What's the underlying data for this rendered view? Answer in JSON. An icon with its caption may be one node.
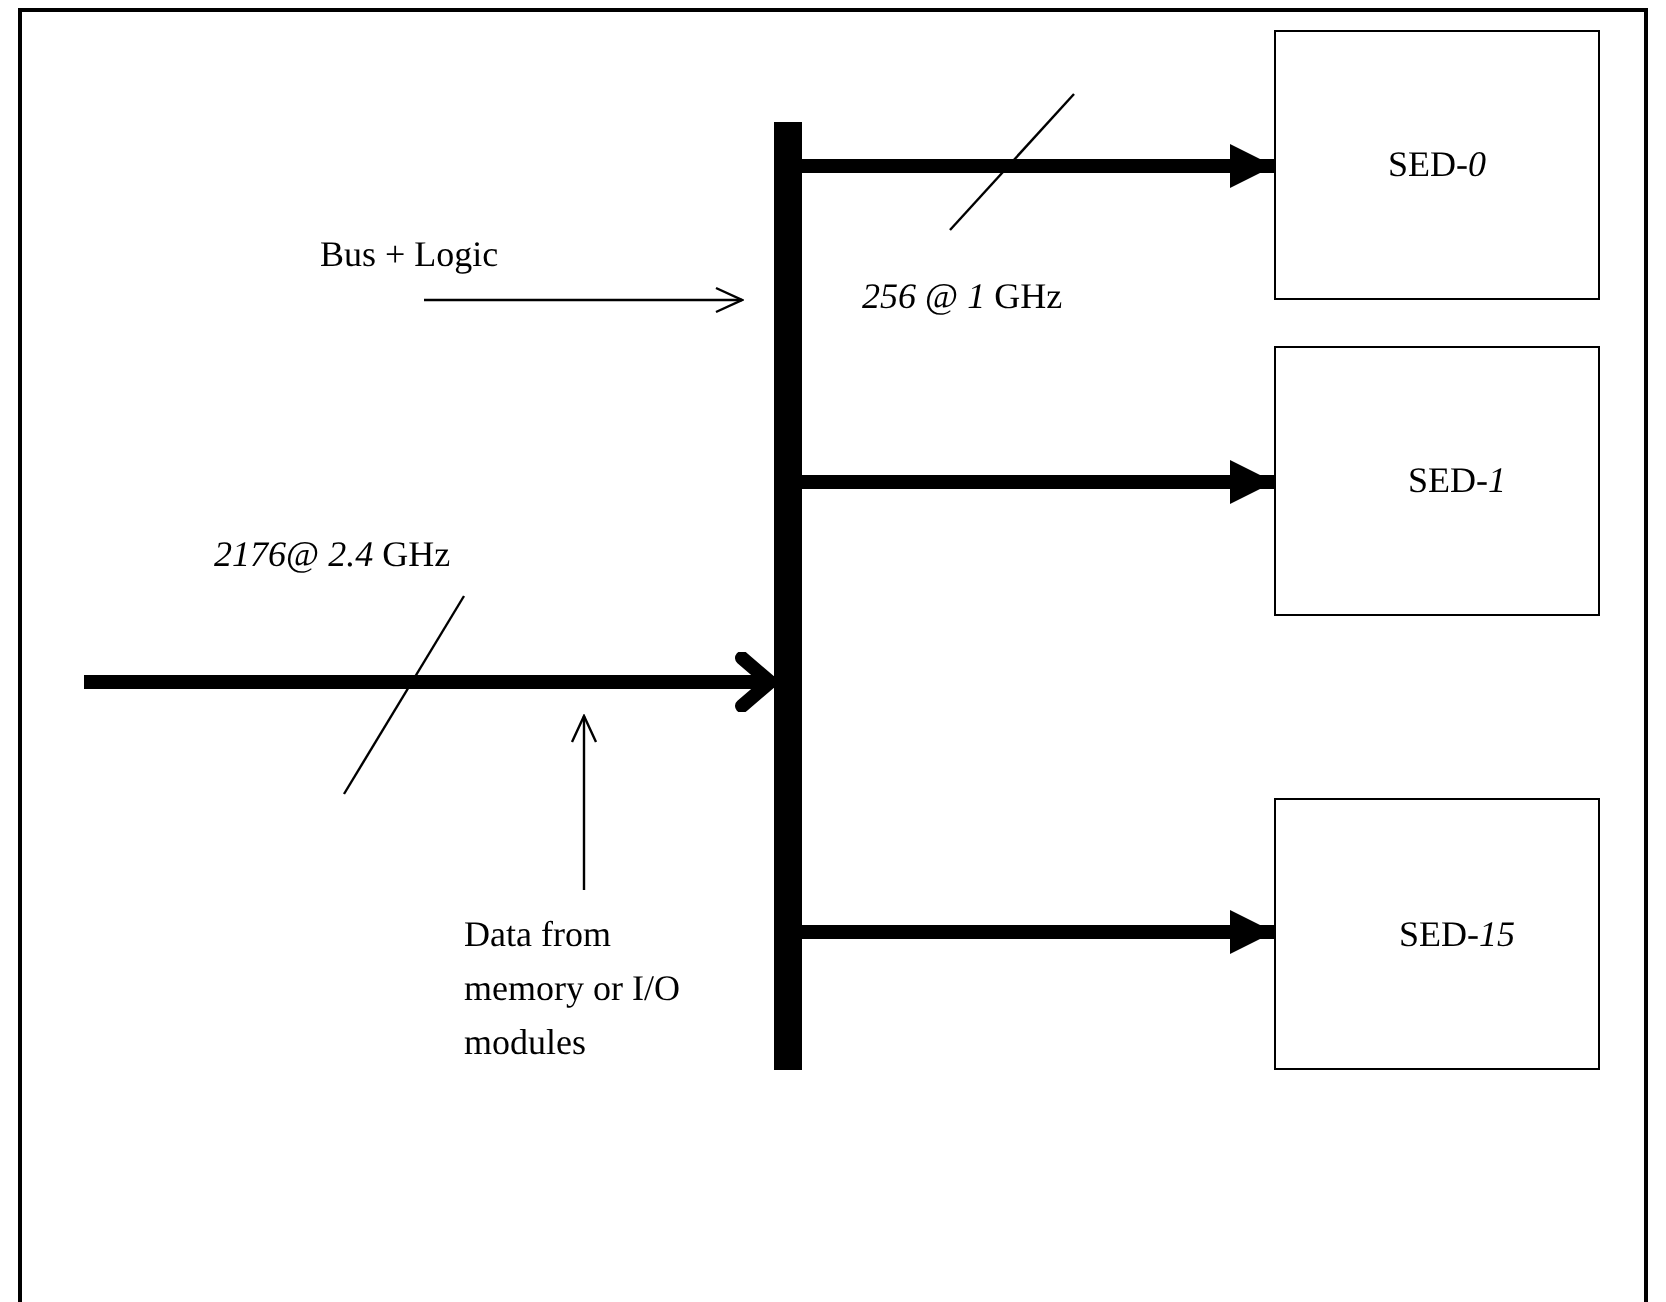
{
  "diagram": {
    "nodes": [
      {
        "text": [],
        "shape": "bar"
      },
      {
        "text": [
          "Bus + Logic"
        ]
      },
      {
        "text": [
          "Data from memory or I/O modules"
        ]
      },
      {
        "text": [
          "SED-*0*"
        ]
      },
      {
        "text": [
          "SED-*1*"
        ]
      },
      {
        "text": [
          "SED-*15*"
        ]
      }
    ],
    "edges": [
      {
        "from": 0,
        "to": 3,
        "arrow": "to"
      },
      {
        "from": 0,
        "to": 4,
        "arrow": "to"
      },
      {
        "from": 0,
        "to": 5,
        "arrow": "to"
      },
      {
        "from": null,
        "to": 0,
        "arrow": "to"
      },
      {
        "from": 1,
        "to": 0,
        "arrow": "to"
      },
      {
        "from": 2,
        "to": null,
        "arrow": "to"
      }
    ],
    "labels": [
      "*2176*@ *2.4* GHz",
      "*256* @ *1* GHz"
    ]
  }
}
